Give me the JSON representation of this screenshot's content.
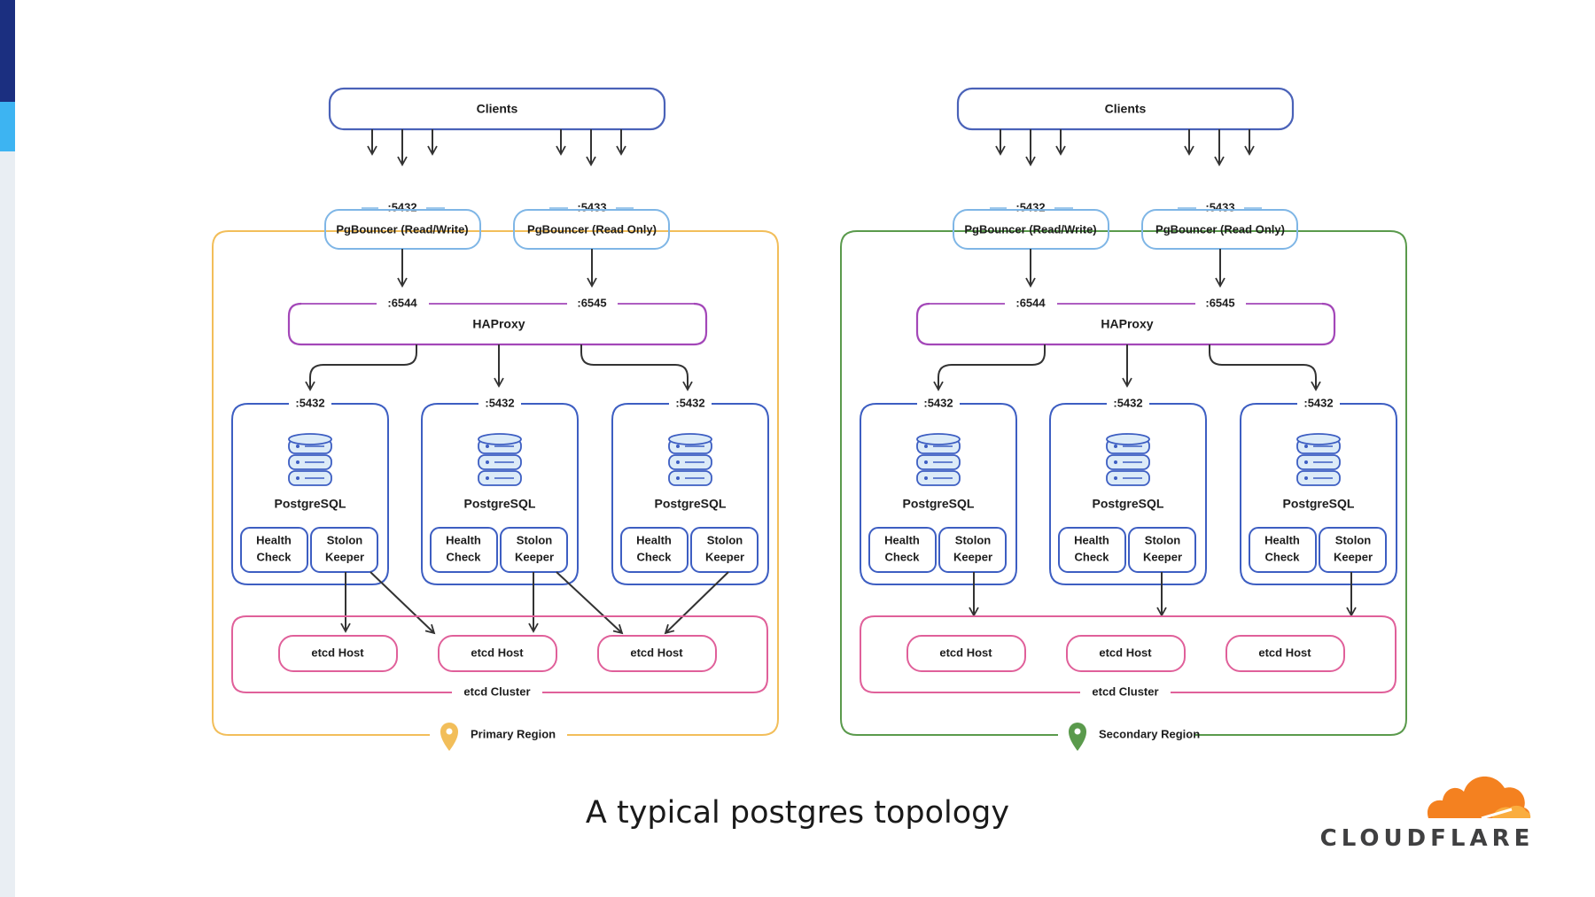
{
  "slide": {
    "caption": "A typical postgres topology",
    "logo_text": "CLOUDFLARE",
    "logo_icon": "cloudflare-cloud-icon",
    "accent_colors": [
      "#1b2f80",
      "#3db4f2",
      "#e9eef3"
    ]
  },
  "colors": {
    "clients": "#4a62b8",
    "pgbouncer": "#7fb6e6",
    "haproxy": "#a347b8",
    "node": "#3d5ec2",
    "etcd": "#e0609a",
    "primary_region": "#f2be5a",
    "secondary_region": "#5a9a4c",
    "arrow": "#333333"
  },
  "regions": [
    {
      "clients_label": "Clients",
      "pgb_rw_port": ":5432",
      "pgb_rw_label": "PgBouncer (Read/Write)",
      "pgb_ro_port": ":5433",
      "pgb_ro_label": "PgBouncer (Read Only)",
      "haproxy_label": "HAProxy",
      "haproxy_port_rw": ":6544",
      "haproxy_port_ro": ":6545",
      "nodes": [
        {
          "port": ":5432",
          "db_label": "PostgreSQL",
          "db_icon": "database-icon",
          "health_line1": "Health",
          "health_line2": "Check",
          "stolon_line1": "Stolon",
          "stolon_line2": "Keeper"
        },
        {
          "port": ":5432",
          "db_label": "PostgreSQL",
          "db_icon": "database-icon",
          "health_line1": "Health",
          "health_line2": "Check",
          "stolon_line1": "Stolon",
          "stolon_line2": "Keeper"
        },
        {
          "port": ":5432",
          "db_label": "PostgreSQL",
          "db_icon": "database-icon",
          "health_line1": "Health",
          "health_line2": "Check",
          "stolon_line1": "Stolon",
          "stolon_line2": "Keeper"
        }
      ],
      "etcd_hosts": [
        "etcd Host",
        "etcd Host",
        "etcd Host"
      ],
      "etcd_cluster_label": "etcd Cluster",
      "region_label": "Primary Region",
      "region_icon": "location-pin-icon"
    },
    {
      "clients_label": "Clients",
      "pgb_rw_port": ":5432",
      "pgb_rw_label": "PgBouncer (Read/Write)",
      "pgb_ro_port": ":5433",
      "pgb_ro_label": "PgBouncer (Read Only)",
      "haproxy_label": "HAProxy",
      "haproxy_port_rw": ":6544",
      "haproxy_port_ro": ":6545",
      "nodes": [
        {
          "port": ":5432",
          "db_label": "PostgreSQL",
          "db_icon": "database-icon",
          "health_line1": "Health",
          "health_line2": "Check",
          "stolon_line1": "Stolon",
          "stolon_line2": "Keeper"
        },
        {
          "port": ":5432",
          "db_label": "PostgreSQL",
          "db_icon": "database-icon",
          "health_line1": "Health",
          "health_line2": "Check",
          "stolon_line1": "Stolon",
          "stolon_line2": "Keeper"
        },
        {
          "port": ":5432",
          "db_label": "PostgreSQL",
          "db_icon": "database-icon",
          "health_line1": "Health",
          "health_line2": "Check",
          "stolon_line1": "Stolon",
          "stolon_line2": "Keeper"
        }
      ],
      "etcd_hosts": [
        "etcd Host",
        "etcd Host",
        "etcd Host"
      ],
      "etcd_cluster_label": "etcd Cluster",
      "region_label": "Secondary Region",
      "region_icon": "location-pin-icon"
    }
  ]
}
